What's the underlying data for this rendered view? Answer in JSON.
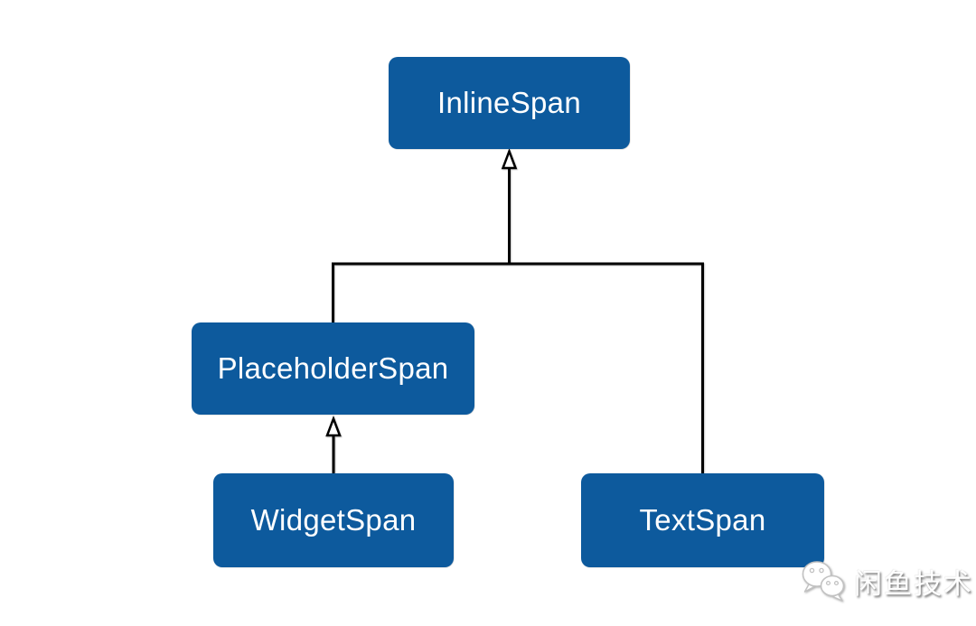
{
  "diagram": {
    "type": "class-hierarchy",
    "nodes": {
      "inlinespan": {
        "label": "InlineSpan"
      },
      "placeholderspan": {
        "label": "PlaceholderSpan"
      },
      "widgetspan": {
        "label": "WidgetSpan"
      },
      "textspan": {
        "label": "TextSpan"
      }
    },
    "edges": [
      {
        "from": "placeholderspan",
        "to": "inlinespan",
        "arrowhead": "hollow-triangle"
      },
      {
        "from": "textspan",
        "to": "inlinespan",
        "arrowhead": "hollow-triangle"
      },
      {
        "from": "widgetspan",
        "to": "placeholderspan",
        "arrowhead": "hollow-triangle"
      }
    ],
    "colors": {
      "node_fill": "#0d5a9d",
      "node_text": "#ffffff",
      "connector": "#000000",
      "background": "#ffffff"
    }
  },
  "watermark": {
    "icon": "wechat-icon",
    "text": "闲鱼技术"
  }
}
